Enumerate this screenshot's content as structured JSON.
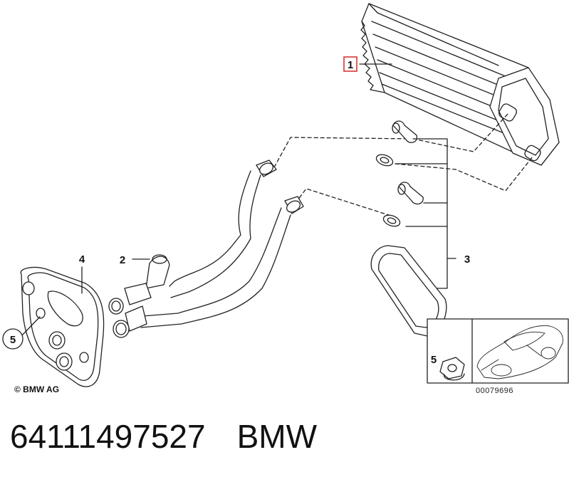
{
  "callouts": {
    "c1": "1",
    "c2": "2",
    "c3": "3",
    "c4": "4",
    "c5a": "5",
    "c5b": "5"
  },
  "copyright": "© BMW AG",
  "reference_code": "00079696",
  "footer": {
    "part_number": "64111497527",
    "brand": "BMW"
  },
  "colors": {
    "highlight": "#d62828",
    "line": "#222222"
  }
}
